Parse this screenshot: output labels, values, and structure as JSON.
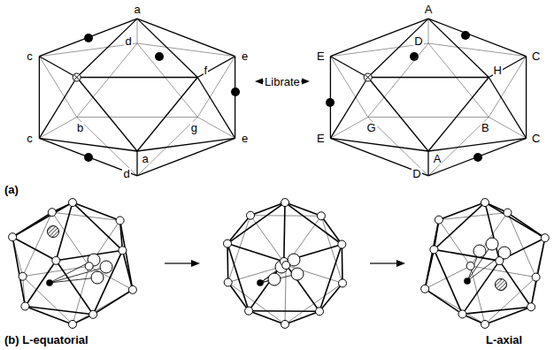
{
  "diagram": {
    "labels": [
      "a",
      "d",
      "c",
      "e",
      "f",
      "b",
      "g",
      "c",
      "a",
      "e",
      "d",
      "Librate",
      "A",
      "D",
      "E",
      "H",
      "C",
      "G",
      "B",
      "E",
      "A",
      "C",
      "D",
      "(a)",
      "(b) L-equatorial",
      "L-axial"
    ]
  }
}
